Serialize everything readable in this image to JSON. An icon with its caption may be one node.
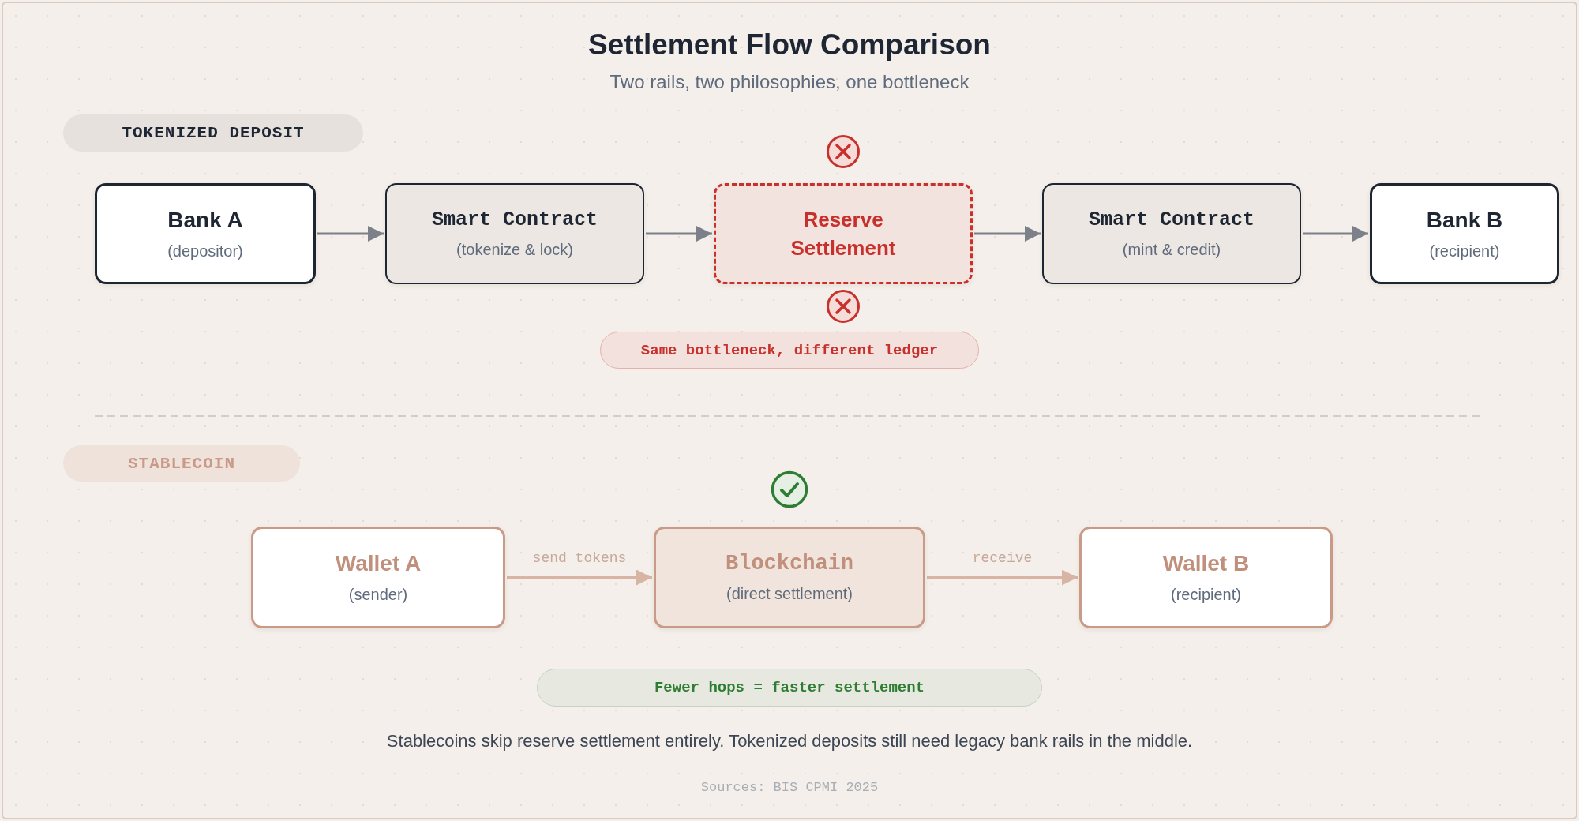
{
  "diagram": {
    "title": "Settlement Flow Comparison",
    "caption": "Stablecoins skip reserve settlement entirely. Tokenized deposits still need legacy bank rails in the middle.",
    "nodes": [
      {
        "text": [
          "Bank A",
          "(depositor)"
        ]
      },
      {
        "text": [
          "Smart Contract",
          "(tokenize & lock)"
        ]
      },
      {
        "text": [
          "Reserve Settlement"
        ]
      },
      {
        "text": [
          "Smart Contract",
          "(mint & credit)"
        ]
      },
      {
        "text": [
          "Bank B",
          "(recipient)"
        ]
      },
      {
        "text": [
          "Wallet A",
          "(sender)"
        ]
      },
      {
        "text": [
          "Blockchain",
          "(direct settlement)"
        ]
      },
      {
        "text": [
          "Wallet B",
          "(recipient)"
        ]
      }
    ],
    "edges": [
      {
        "from": 0,
        "to": 1,
        "arrow": "to"
      },
      {
        "from": 1,
        "to": 2,
        "arrow": "to"
      },
      {
        "from": 2,
        "to": 3,
        "arrow": "to"
      },
      {
        "from": 3,
        "to": 4,
        "arrow": "to"
      },
      {
        "from": 5,
        "to": 6,
        "arrow": "to",
        "label": "send tokens",
        "color": "#d8b4a4"
      },
      {
        "from": 6,
        "to": 7,
        "arrow": "to",
        "label": "receive",
        "color": "#d8b4a4"
      }
    ],
    "labels": [
      "Two rails, two philosophies, one bottleneck",
      "TOKENIZED DEPOSIT",
      "Same bottleneck, different ledger",
      "STABLECOIN",
      "Fewer hops = faster settlement",
      "Sources: BIS CPMI 2025"
    ]
  }
}
